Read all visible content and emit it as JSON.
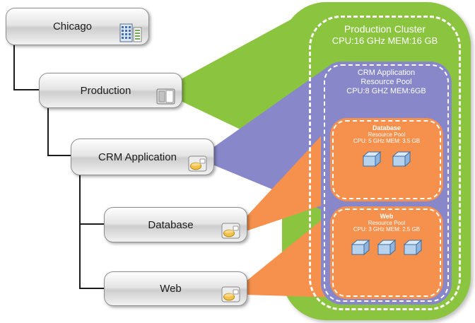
{
  "tree": {
    "nodes": [
      {
        "label": "Chicago",
        "icon": "datacenter-icon"
      },
      {
        "label": "Production",
        "icon": "host-icon"
      },
      {
        "label": "CRM Application",
        "icon": "resource-pool-icon"
      },
      {
        "label": "Database",
        "icon": "resource-pool-icon"
      },
      {
        "label": "Web",
        "icon": "resource-pool-icon"
      }
    ]
  },
  "cluster": {
    "title": "Production Cluster",
    "specs": "CPU:16 GHz MEM:16 GB"
  },
  "crm_pool": {
    "title": "CRM Application",
    "subtitle": "Resource Pool",
    "specs": "CPU:8 GHZ MEM:6GB"
  },
  "database_pool": {
    "title": "Database",
    "subtitle": "Resource Pool",
    "specs": "CPU: 5 GHz MEM: 3.5 GB",
    "vm_count": 2
  },
  "web_pool": {
    "title": "Web",
    "subtitle": "Resource Pool",
    "specs": "CPU: 3 GHz MEM: 2.5 GB",
    "vm_count": 3
  },
  "colors": {
    "cluster_green": "#8BC53F",
    "pool_purple": "#8787C9",
    "pool_orange": "#F6914D"
  },
  "icons": {
    "datacenter": "datacenter-icon",
    "host": "host-icon",
    "resource_pool": "resource-pool-icon",
    "vm": "vm-icon"
  }
}
